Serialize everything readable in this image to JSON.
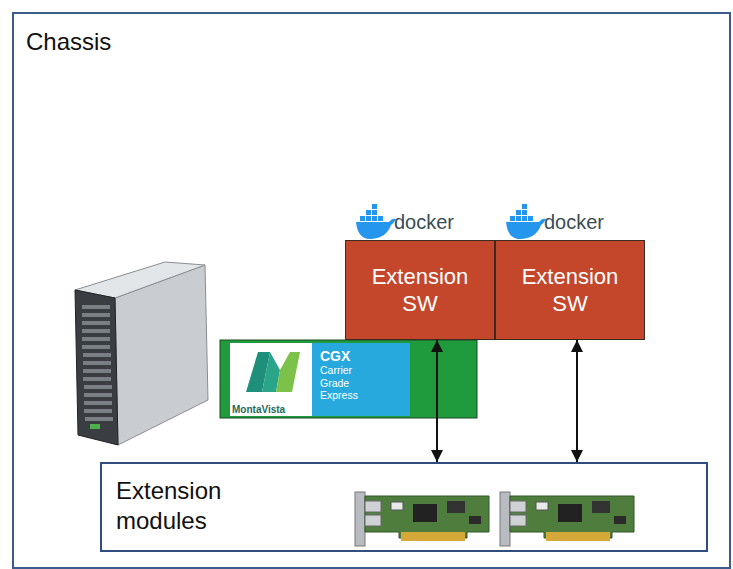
{
  "diagram": {
    "nodes": [
      {
        "text": [
          "Chassis"
        ]
      },
      {
        "text": [
          "Extension SW"
        ],
        "in": 0
      },
      {
        "text": [
          "Extension SW"
        ],
        "in": 0
      },
      {
        "text": [
          "MontaVista"
        ],
        "in": 0
      },
      {
        "text": [
          "CGX",
          "Carrier Grade Express"
        ],
        "in": 3
      },
      {
        "text": [
          "Extension modules"
        ],
        "in": 0
      }
    ],
    "edges": [
      {
        "from": 1,
        "to": 5,
        "arrow": "both"
      },
      {
        "from": 2,
        "to": 5,
        "arrow": "both"
      }
    ],
    "labels": [
      "docker",
      "docker"
    ]
  }
}
